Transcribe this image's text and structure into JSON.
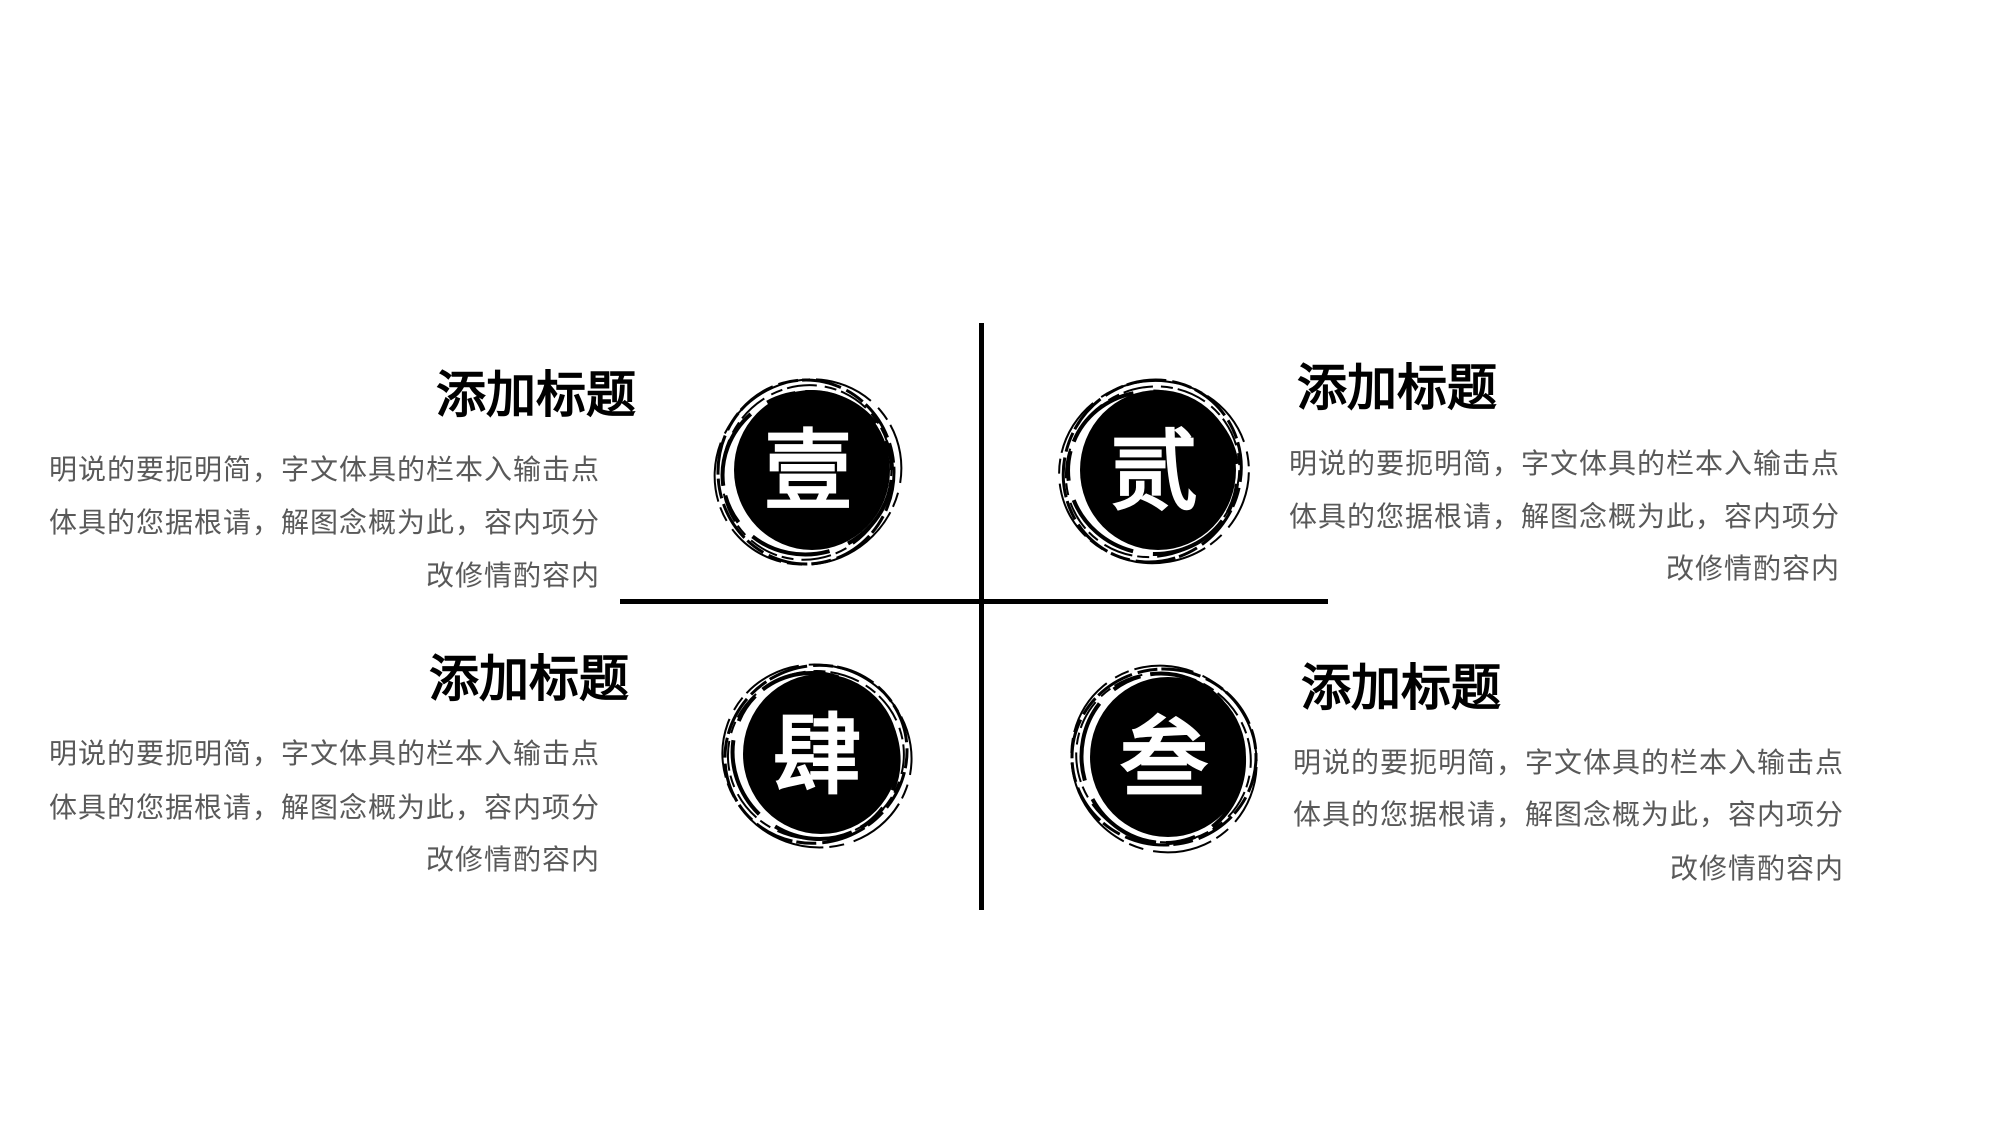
{
  "quadrants": [
    {
      "number": "壹",
      "title": "添加标题",
      "lines": [
        "明说的要扼明简，字文体具的栏本入输击点",
        "体具的您据根请，解图念概为此，容内项分",
        "改修情酌容内"
      ]
    },
    {
      "number": "贰",
      "title": "添加标题",
      "lines": [
        "明说的要扼明简，字文体具的栏本入输击点",
        "体具的您据根请，解图念概为此，容内项分",
        "改修情酌容内"
      ]
    },
    {
      "number": "肆",
      "title": "添加标题",
      "lines": [
        "明说的要扼明简，字文体具的栏本入输击点",
        "体具的您据根请，解图念概为此，容内项分",
        "改修情酌容内"
      ]
    },
    {
      "number": "叁",
      "title": "添加标题",
      "lines": [
        "明说的要扼明简，字文体具的栏本入输击点",
        "体具的您据根请，解图念概为此，容内项分",
        "改修情酌容内"
      ]
    }
  ],
  "colors": {
    "ink": "#000000",
    "body_text": "#595959",
    "background": "#ffffff"
  }
}
